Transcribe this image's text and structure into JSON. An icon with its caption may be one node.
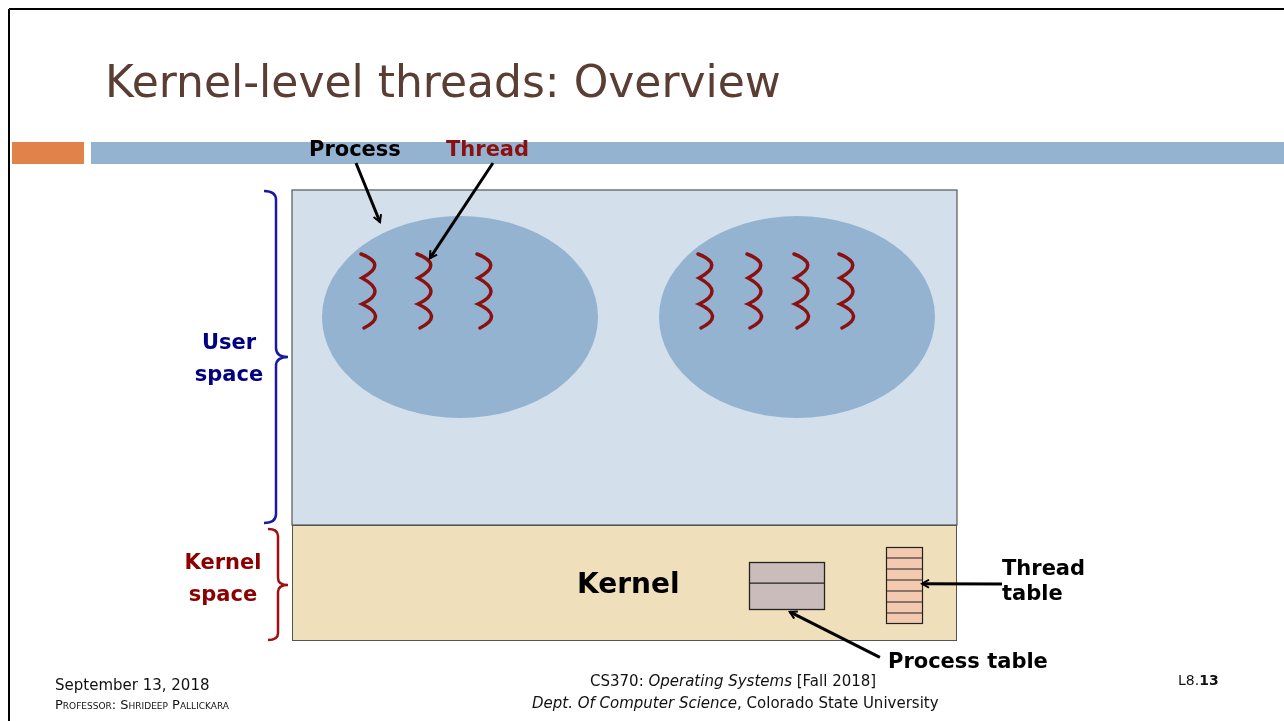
{
  "diagram": {
    "title": "Kernel-level threads: Overview",
    "nodes": [
      {
        "text": [
          "Process"
        ]
      },
      {
        "text": [
          "Thread"
        ]
      },
      {
        "text": [],
        "shape": "box"
      },
      {
        "text": [],
        "shape": "circle",
        "in": 2
      },
      {
        "text": [],
        "shape": "circle",
        "in": 2
      },
      {
        "text": [],
        "shape": "wave",
        "in": 3
      },
      {
        "text": [],
        "shape": "wave",
        "in": 3
      },
      {
        "text": [],
        "shape": "wave",
        "in": 3
      },
      {
        "text": [],
        "shape": "wave",
        "in": 4
      },
      {
        "text": [],
        "shape": "wave",
        "in": 4
      },
      {
        "text": [],
        "shape": "wave",
        "in": 4
      },
      {
        "text": [],
        "shape": "wave",
        "in": 4
      },
      {
        "text": [
          "Kernel"
        ]
      },
      {
        "text": [],
        "shape": "box",
        "in": 12
      },
      {
        "text": [],
        "shape": "box",
        "in": 12
      },
      {
        "text": [
          "Thread table"
        ]
      },
      {
        "text": [
          "Process table"
        ]
      }
    ],
    "edges": [
      {
        "from": 0,
        "to": 3,
        "arrow": "to"
      },
      {
        "from": 1,
        "to": 6,
        "arrow": "to"
      },
      {
        "from": 15,
        "to": 14,
        "arrow": "to"
      },
      {
        "from": 16,
        "to": 13,
        "arrow": "to"
      }
    ],
    "labels": [
      "User space",
      "Kernel space",
      "September 13, 2018",
      "Professor: Shrideep Pallickara",
      "CS370: *Operating Systems* [Fall 2018]",
      "*Dept. Of Computer Science*, Colorado State University",
      "L8.**13**"
    ]
  }
}
